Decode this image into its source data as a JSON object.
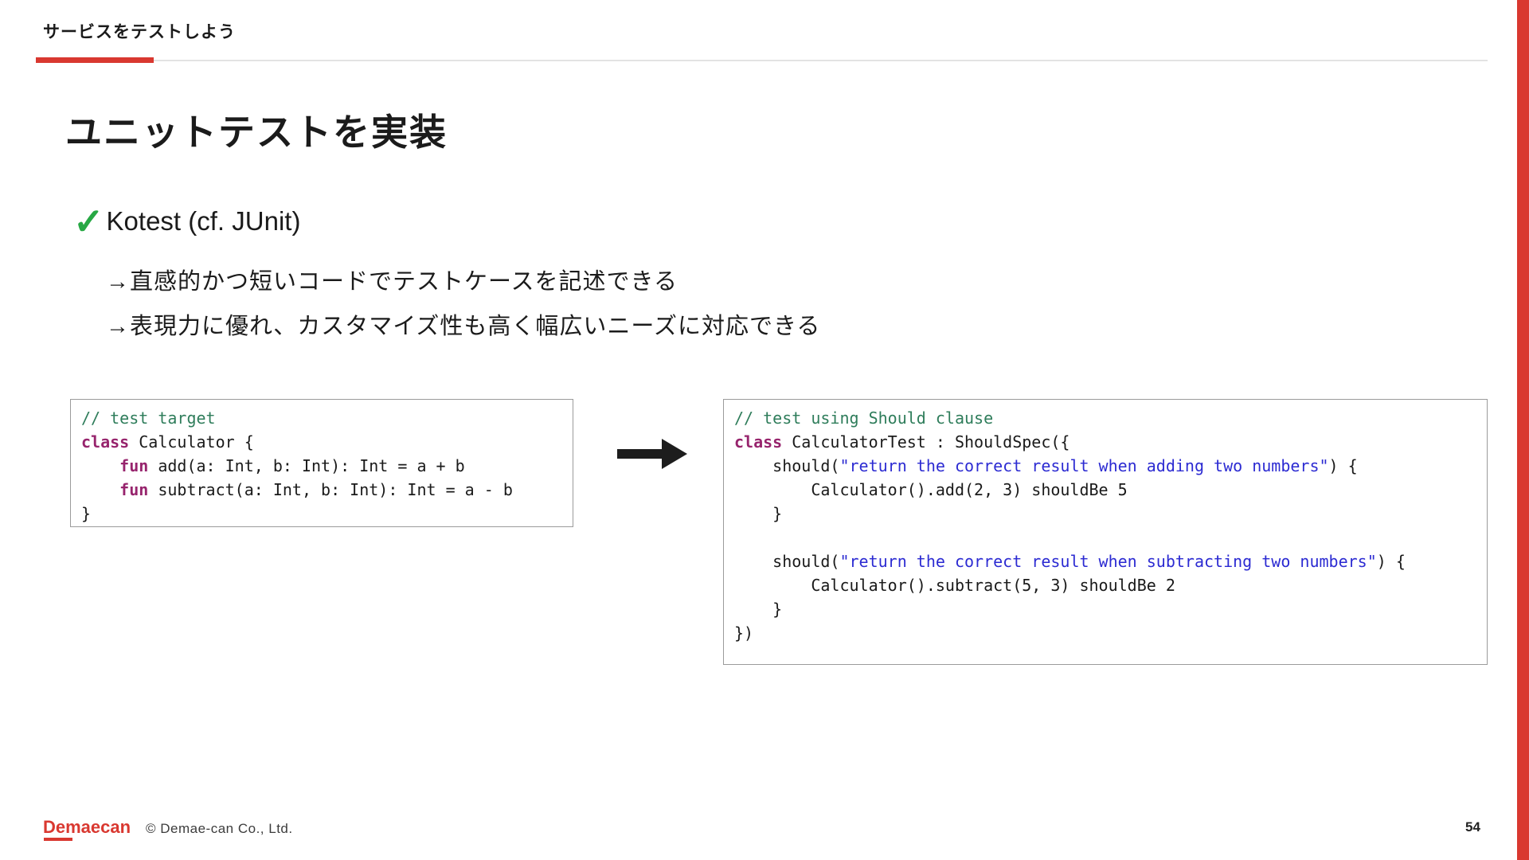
{
  "slide": {
    "header": {
      "label": "サービスをテストしよう"
    },
    "title": "ユニットテストを実装",
    "bullet": {
      "check_icon": "✓",
      "heading": "Kotest (cf. JUnit)",
      "points": [
        "→直感的かつ短いコードでテストケースを記述できる",
        "→表現力に優れ、カスタマイズ性も高く幅広いニーズに対応できる"
      ]
    },
    "code_left": {
      "lines": [
        [
          [
            "c",
            "// test target"
          ]
        ],
        [
          [
            "k",
            "class"
          ],
          [
            "p",
            " Calculator {"
          ]
        ],
        [
          [
            "p",
            "    "
          ],
          [
            "k",
            "fun"
          ],
          [
            "p",
            " add(a: Int, b: Int): Int = a + b"
          ]
        ],
        [
          [
            "p",
            "    "
          ],
          [
            "k",
            "fun"
          ],
          [
            "p",
            " subtract(a: Int, b: Int): Int = a - b"
          ]
        ],
        [
          [
            "p",
            "}"
          ]
        ]
      ]
    },
    "code_right": {
      "lines": [
        [
          [
            "c",
            "// test using Should clause"
          ]
        ],
        [
          [
            "k",
            "class"
          ],
          [
            "p",
            " CalculatorTest : ShouldSpec({"
          ]
        ],
        [
          [
            "p",
            "    should("
          ],
          [
            "s",
            "\"return the correct result when adding two numbers\""
          ],
          [
            "p",
            ") {"
          ]
        ],
        [
          [
            "p",
            "        Calculator().add(2, 3) shouldBe 5"
          ]
        ],
        [
          [
            "p",
            "    }"
          ]
        ],
        [
          [
            "p",
            ""
          ]
        ],
        [
          [
            "p",
            "    should("
          ],
          [
            "s",
            "\"return the correct result when subtracting two numbers\""
          ],
          [
            "p",
            ") {"
          ]
        ],
        [
          [
            "p",
            "        Calculator().subtract(5, 3) shouldBe 2"
          ]
        ],
        [
          [
            "p",
            "    }"
          ]
        ],
        [
          [
            "p",
            "})"
          ]
        ]
      ]
    },
    "footer": {
      "logo": "Demaecan",
      "copyright": "© Demae-can Co., Ltd.",
      "page": "54"
    },
    "colors": {
      "accent_red": "#d93830",
      "comment_green": "#2f7d5b",
      "keyword_magenta": "#97246d",
      "string_blue": "#2c2bd2",
      "check_green": "#27a844"
    }
  }
}
